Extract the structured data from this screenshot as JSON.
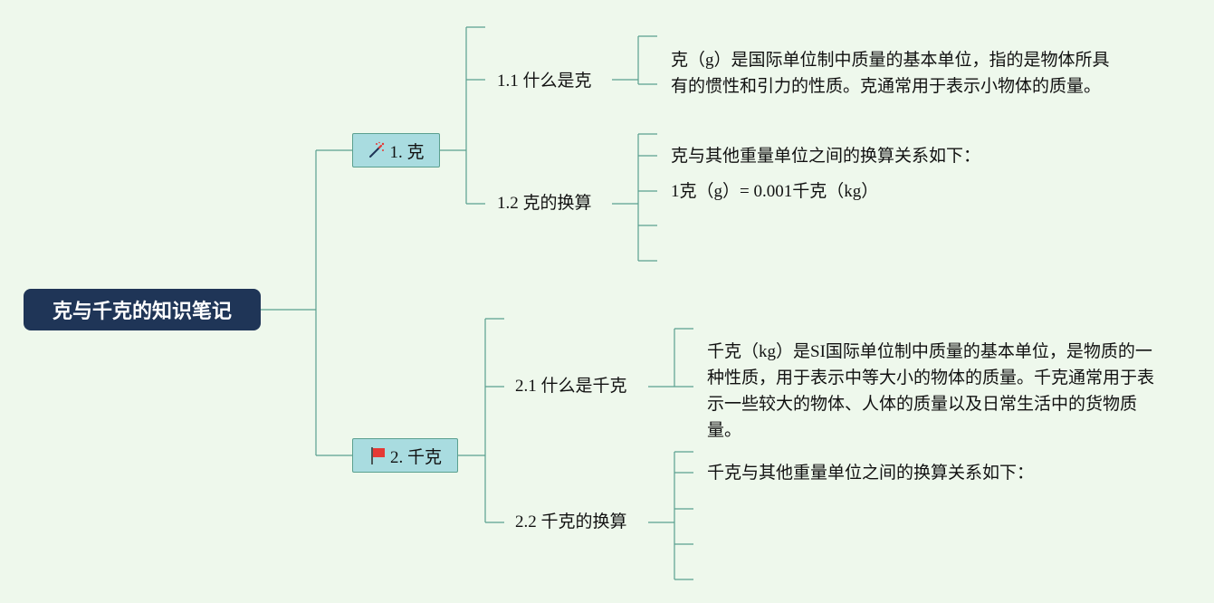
{
  "root": {
    "title": "克与千克的知识笔记"
  },
  "branches": [
    {
      "label": "1. 克",
      "icon": "magic-wand-icon",
      "children": [
        {
          "label": "1.1 什么是克",
          "notes": [
            "克（g）是国际单位制中质量的基本单位，指的是物体所具有的惯性和引力的性质。克通常用于表示小物体的质量。"
          ]
        },
        {
          "label": "1.2 克的换算",
          "notes": [
            "克与其他重量单位之间的换算关系如下：",
            "1克（g）= 0.001千克（kg）",
            "",
            ""
          ]
        }
      ]
    },
    {
      "label": "2. 千克",
      "icon": "red-flag-icon",
      "children": [
        {
          "label": "2.1 什么是千克",
          "notes": [
            "千克（kg）是SI国际单位制中质量的基本单位，是物质的一种性质，用于表示中等大小的物体的质量。千克通常用于表示一些较大的物体、人体的质量以及日常生活中的货物质量。"
          ]
        },
        {
          "label": "2.2 千克的换算",
          "notes": [
            "千克与其他重量单位之间的换算关系如下：",
            "",
            "",
            ""
          ]
        }
      ]
    }
  ],
  "colors": {
    "background": "#eef8ec",
    "root_fill": "#1f3557",
    "branch_fill": "#a9dce0",
    "connector": "#5aa08f",
    "flag": "#e53935"
  }
}
